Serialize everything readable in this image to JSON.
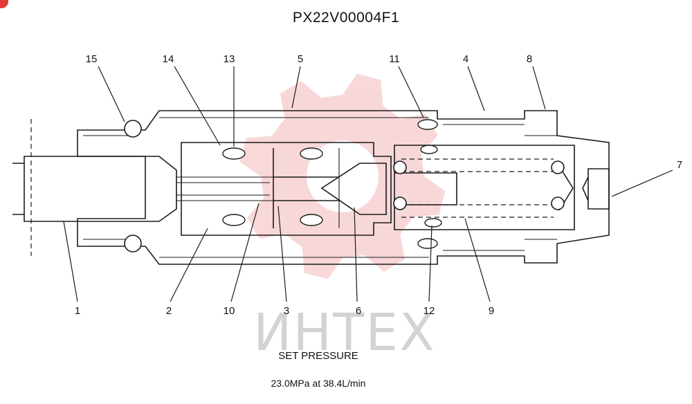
{
  "title": "PX22V00004F1",
  "watermark": {
    "text": "ИНТЕХ",
    "gear_color": "#f4b8ba",
    "text_color": "#d3d3d3"
  },
  "corner_badge_color": "#e53935",
  "callouts": [
    "1",
    "2",
    "3",
    "4",
    "5",
    "6",
    "7",
    "8",
    "9",
    "10",
    "11",
    "12",
    "13",
    "14",
    "15"
  ],
  "caption": {
    "line1": "SET PRESSURE",
    "line2": "23.0MPa  at  38.4L/min"
  }
}
